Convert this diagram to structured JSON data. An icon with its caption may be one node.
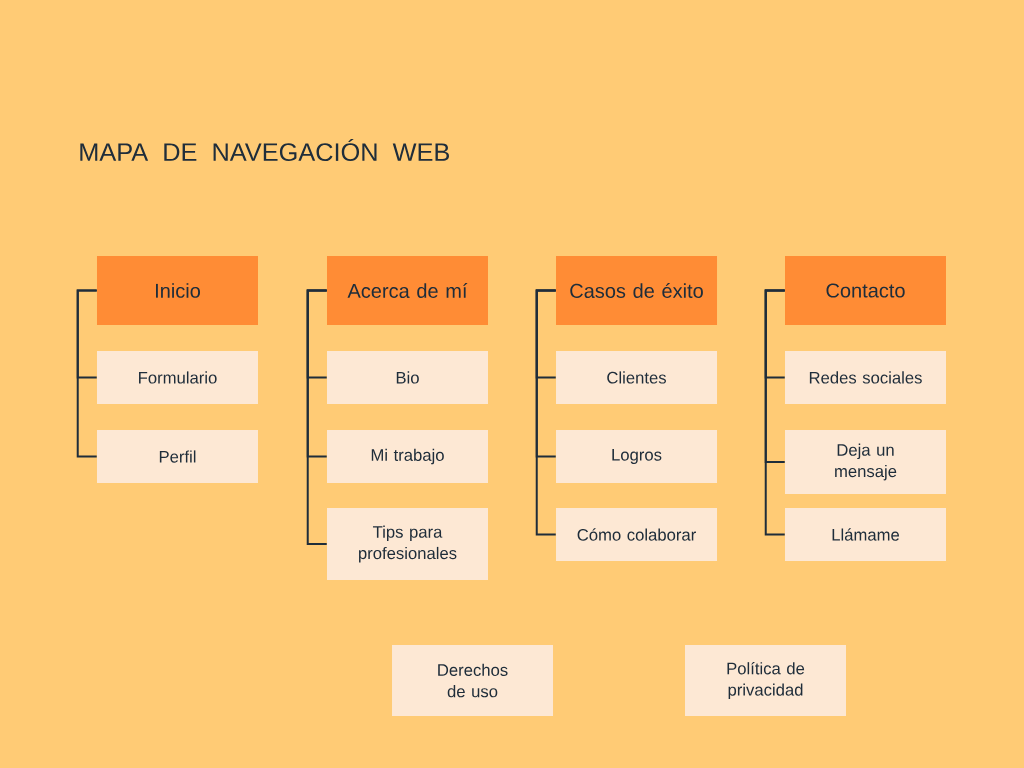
{
  "diagram": {
    "title": "MAPA DE NAVEGACIÓN WEB",
    "nodes": [
      {
        "text": [
          "Inicio"
        ]
      },
      {
        "text": [
          "Formulario"
        ]
      },
      {
        "text": [
          "Perfil"
        ]
      },
      {
        "text": [
          "Acerca de mí"
        ]
      },
      {
        "text": [
          "Bio"
        ]
      },
      {
        "text": [
          "Mi trabajo"
        ]
      },
      {
        "text": [
          "Tips para profesionales"
        ]
      },
      {
        "text": [
          "Casos de éxito"
        ]
      },
      {
        "text": [
          "Clientes"
        ]
      },
      {
        "text": [
          "Logros"
        ]
      },
      {
        "text": [
          "Cómo colaborar"
        ]
      },
      {
        "text": [
          "Contacto"
        ]
      },
      {
        "text": [
          "Redes sociales"
        ]
      },
      {
        "text": [
          "Deja un mensaje"
        ]
      },
      {
        "text": [
          "Llámame"
        ]
      },
      {
        "text": [
          "Derechos de uso"
        ]
      },
      {
        "text": [
          "Política de privacidad"
        ]
      }
    ],
    "edges": [
      {
        "from": 0,
        "to": 1,
        "arrow": "none"
      },
      {
        "from": 0,
        "to": 2,
        "arrow": "none"
      },
      {
        "from": 3,
        "to": 4,
        "arrow": "none"
      },
      {
        "from": 3,
        "to": 5,
        "arrow": "none"
      },
      {
        "from": 3,
        "to": 6,
        "arrow": "none"
      },
      {
        "from": 7,
        "to": 8,
        "arrow": "none"
      },
      {
        "from": 7,
        "to": 9,
        "arrow": "none"
      },
      {
        "from": 7,
        "to": 10,
        "arrow": "none"
      },
      {
        "from": 11,
        "to": 12,
        "arrow": "none"
      },
      {
        "from": 11,
        "to": 13,
        "arrow": "none"
      },
      {
        "from": 11,
        "to": 14,
        "arrow": "none"
      }
    ]
  }
}
